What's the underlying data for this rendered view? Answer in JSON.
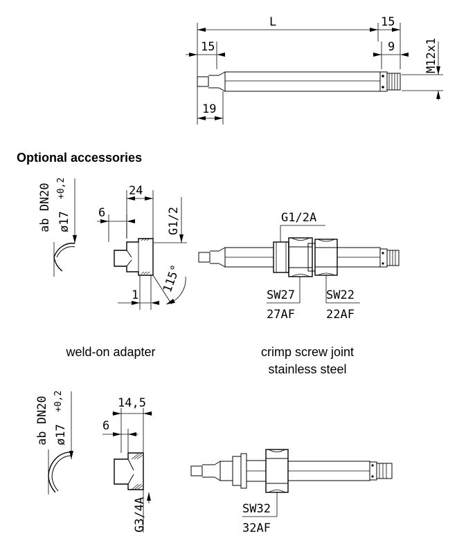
{
  "heading": "Optional accessories",
  "sensor": {
    "dim_L": "L",
    "dim_15_right": "15",
    "dim_15_left": "15",
    "dim_9": "9",
    "dim_19": "19",
    "thread": "M12x1"
  },
  "weld_adapter_1": {
    "ab_dn": "ab DN20",
    "diameter": "ø17",
    "tolerance": "+0,2",
    "dim_24": "24",
    "dim_6": "6",
    "thread": "G1/2",
    "dim_1": "1",
    "angle": "115°"
  },
  "crimp_joint": {
    "thread": "G1/2A",
    "sw1": "SW27",
    "af1": "27AF",
    "sw2": "SW22",
    "af2": "22AF"
  },
  "captions": {
    "weld": "weld-on adapter",
    "crimp_line1": "crimp screw joint",
    "crimp_line2": "stainless steel"
  },
  "weld_adapter_2": {
    "ab_dn": "ab DN20",
    "diameter": "ø17",
    "tolerance": "+0,2",
    "dim_145": "14,5",
    "dim_6": "6",
    "thread": "G3/4A"
  },
  "nut_joint": {
    "sw": "SW32",
    "af": "32AF"
  }
}
